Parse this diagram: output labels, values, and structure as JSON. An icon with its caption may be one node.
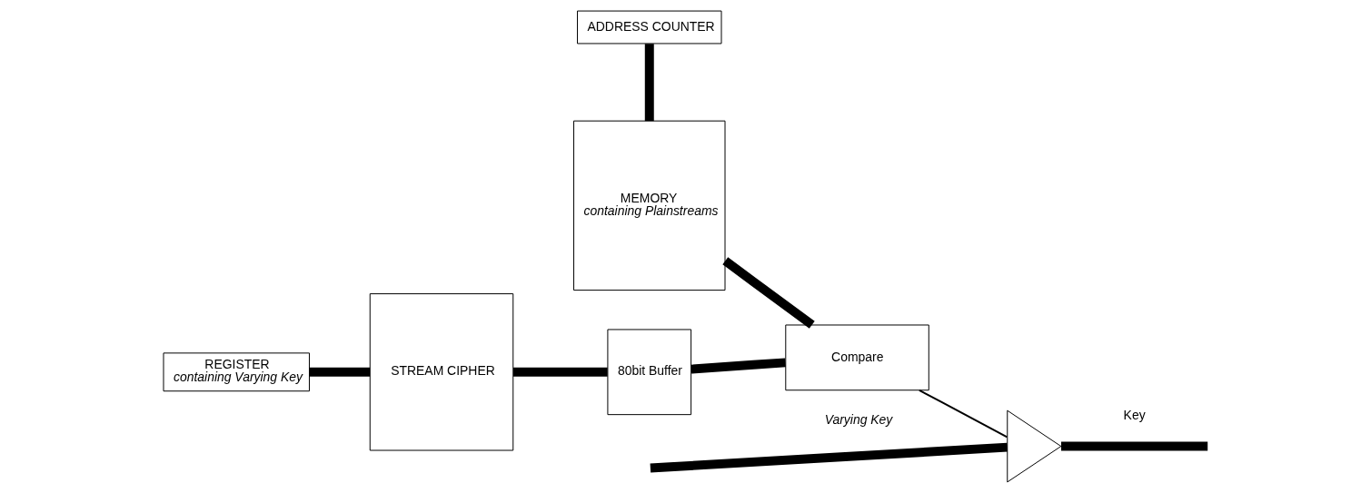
{
  "diagram": {
    "nodes": [
      {
        "text": [
          "REGISTER",
          "containing Varying Key"
        ]
      },
      {
        "text": [
          "STREAM CIPHER"
        ]
      },
      {
        "text": [
          "ADDRESS COUNTER"
        ]
      },
      {
        "text": [
          "MEMORY",
          "containing Plainstreams"
        ]
      },
      {
        "text": [
          "80bit Buffer"
        ]
      },
      {
        "text": [
          "Compare"
        ]
      },
      {
        "text": [],
        "shape": "triangle"
      }
    ],
    "edges": [
      {
        "from": 0,
        "to": 1,
        "arrow": "none"
      },
      {
        "from": 1,
        "to": 4,
        "arrow": "none"
      },
      {
        "from": 2,
        "to": 3,
        "arrow": "none"
      },
      {
        "from": 4,
        "to": 5,
        "arrow": "none"
      },
      {
        "from": 3,
        "to": 5,
        "arrow": "none"
      },
      {
        "from": 5,
        "to": 6,
        "arrow": "none"
      },
      {
        "from": null,
        "to": 6,
        "arrow": "none",
        "label": "Varying Key"
      },
      {
        "from": 6,
        "to": null,
        "arrow": "none",
        "label": "Key"
      }
    ]
  }
}
